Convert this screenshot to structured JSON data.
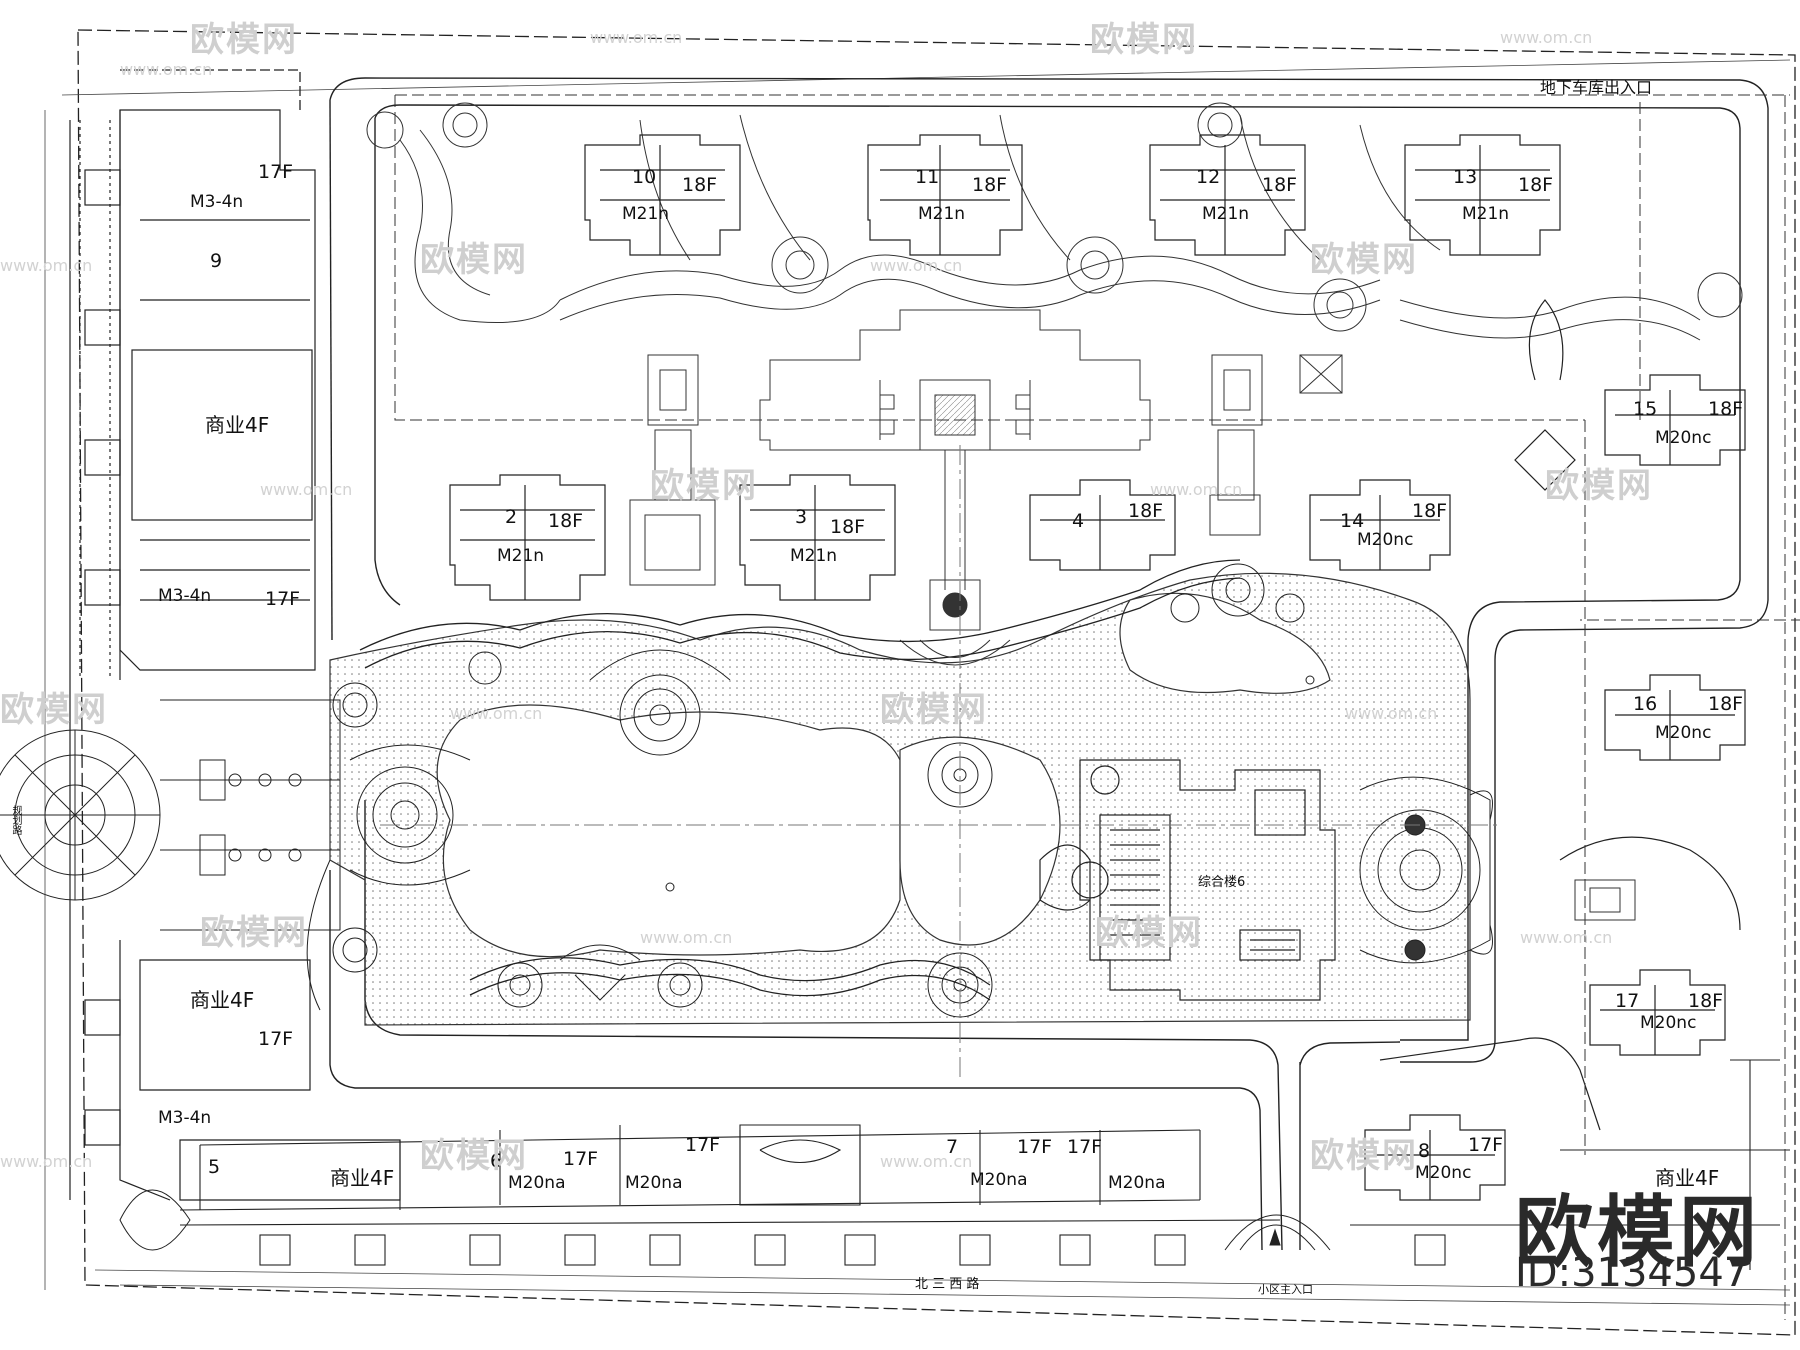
{
  "labels": {
    "garage_entrance": "地下车库出入口",
    "road_north_sanxi": "北 三 西 路",
    "community_entrance": "小区主入口",
    "west_road_tag": "规划路",
    "clubhouse": "综合楼6"
  },
  "buildings": [
    {
      "id": "b10",
      "number": "10",
      "floors": "18F",
      "type": "M21n"
    },
    {
      "id": "b11",
      "number": "11",
      "floors": "18F",
      "type": "M21n"
    },
    {
      "id": "b12",
      "number": "12",
      "floors": "18F",
      "type": "M21n"
    },
    {
      "id": "b13",
      "number": "13",
      "floors": "18F",
      "type": "M21n"
    },
    {
      "id": "b2",
      "number": "2",
      "floors": "18F",
      "type": "M21n"
    },
    {
      "id": "b3",
      "number": "3",
      "floors": "18F",
      "type": "M21n"
    },
    {
      "id": "b4",
      "number": "4",
      "floors": "18F",
      "type": ""
    },
    {
      "id": "b14",
      "number": "14",
      "floors": "18F",
      "type": "M20nc"
    },
    {
      "id": "b15",
      "number": "15",
      "floors": "18F",
      "type": "M20nc"
    },
    {
      "id": "b16",
      "number": "16",
      "floors": "18F",
      "type": "M20nc"
    },
    {
      "id": "b17",
      "number": "17",
      "floors": "18F",
      "type": "M20nc"
    },
    {
      "id": "b8",
      "number": "8",
      "floors": "17F",
      "type": "M20nc"
    },
    {
      "id": "b7",
      "number": "7",
      "floors": "17F",
      "type": "M20na"
    },
    {
      "id": "b7b",
      "number": "",
      "floors": "17F",
      "type": "M20na"
    },
    {
      "id": "b6",
      "number": "6",
      "floors": "17F",
      "type": "M20na"
    },
    {
      "id": "b6b",
      "number": "",
      "floors": "17F",
      "type": "M20na"
    },
    {
      "id": "b5",
      "number": "5",
      "floors": "",
      "type": ""
    },
    {
      "id": "b9",
      "number": "9",
      "floors": "",
      "type": ""
    },
    {
      "id": "nw",
      "number": "",
      "floors": "17F",
      "type": "M3-4n"
    },
    {
      "id": "w2",
      "number": "",
      "floors": "17F",
      "type": "M3-4n"
    },
    {
      "id": "sw",
      "number": "",
      "floors": "17F",
      "type": "M3-4n"
    }
  ],
  "commercial": [
    {
      "id": "c1",
      "label": "商业4F"
    },
    {
      "id": "c2",
      "label": "商业4F"
    },
    {
      "id": "c3",
      "label": "商业4F"
    },
    {
      "id": "c4",
      "label": "商业4F"
    }
  ],
  "watermark": {
    "logo_text": "欧模网",
    "url_text": "www.om.cn",
    "brand_big": "欧模网",
    "brand_id": "ID:3134547"
  },
  "colors": {
    "line": "#222222",
    "light_line": "#666666",
    "watermark": "#cccccc"
  }
}
